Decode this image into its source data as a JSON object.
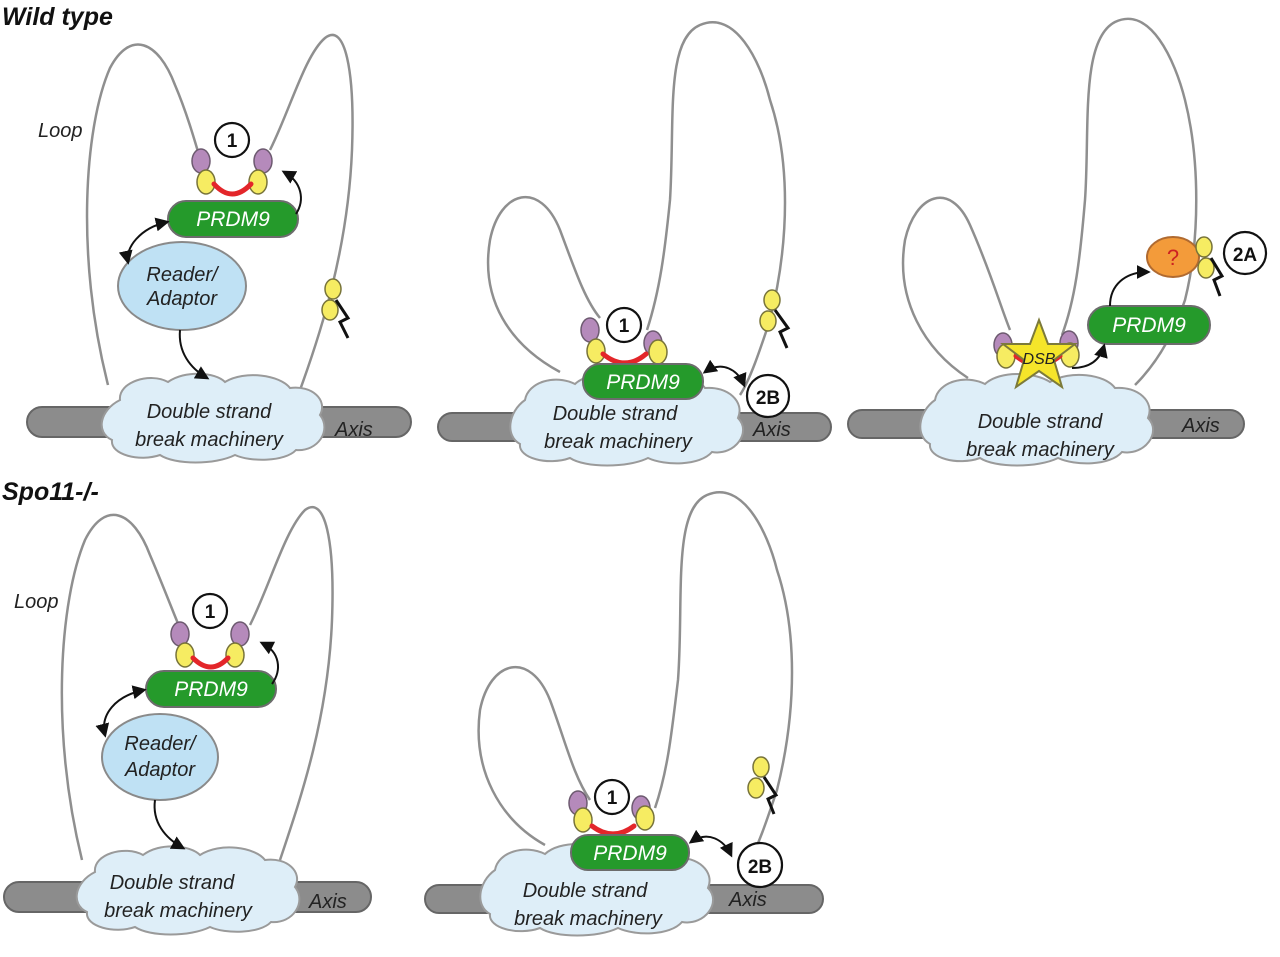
{
  "sections": {
    "wild_type": "Wild type",
    "spo11": "Spo11-/-"
  },
  "labels": {
    "loop": "Loop",
    "prdm9": "PRDM9",
    "reader_line1": "Reader/",
    "reader_line2": "Adaptor",
    "machinery_line1": "Double strand",
    "machinery_line2": "break machinery",
    "axis": "Axis",
    "dsb": "DSB",
    "question": "?"
  },
  "badges": {
    "one": "1",
    "two_b": "2B",
    "two_a": "2A"
  },
  "colors": {
    "prdm9": "#259a2b",
    "reader": "#bfe1f4",
    "machinery": "#deeef8",
    "axis": "#8c8c8c",
    "nucleosome_purple": "#b58abb",
    "nucleosome_yellow": "#f6ec62",
    "linker_red": "#e3262a",
    "dsb_star": "#f5e52a",
    "unknown_orange": "#f39b3a"
  }
}
